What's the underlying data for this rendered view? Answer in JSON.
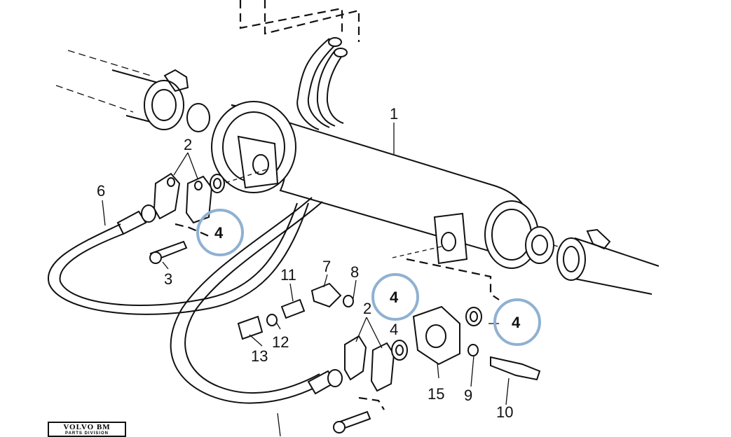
{
  "diagram": {
    "part_numbers": [
      "1",
      "2",
      "2",
      "3",
      "6",
      "7",
      "8",
      "9",
      "10",
      "11",
      "12",
      "13",
      "15"
    ],
    "callouts": [
      "4",
      "4",
      "4",
      "4"
    ],
    "highlight_color": "#8fb1d2",
    "line_color": "#111111"
  },
  "logo": {
    "brand": "VOLVO BM",
    "division": "PARTS DIVISION"
  }
}
